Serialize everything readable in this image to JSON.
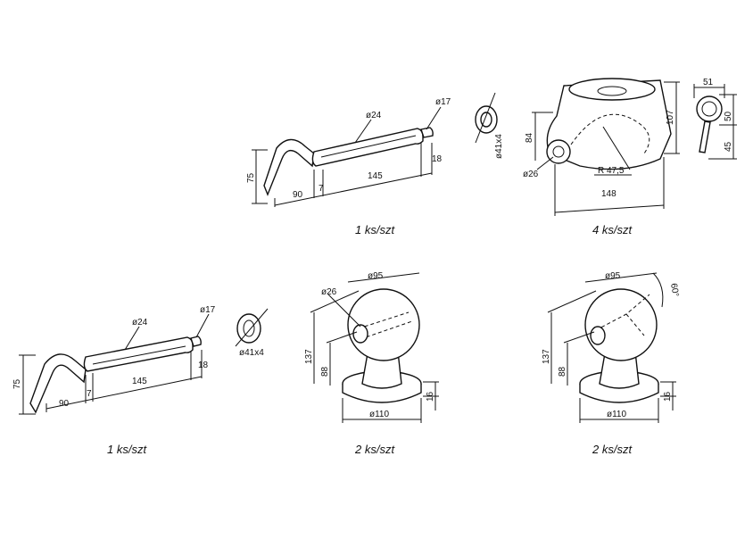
{
  "captions": {
    "top_shaft": "1 ks/szt",
    "top_mount": "4 ks/szt",
    "bottom_shaft": "1 ks/szt",
    "bottom_ball_a": "2 ks/szt",
    "bottom_ball_b": "2 ks/szt"
  },
  "top_shaft": {
    "d_shaft": "ø24",
    "d_end": "ø17",
    "h": "75",
    "len_handle": "90",
    "gap": "7",
    "len_shaft": "145",
    "len_end": "18"
  },
  "top_washer": {
    "label": "ø41x4"
  },
  "mount": {
    "h_side": "84",
    "h_total": "107",
    "d_hole": "ø26",
    "radius": "R 47,5",
    "width": "148"
  },
  "ring_pin": {
    "w": "51",
    "ring": "50",
    "pin": "45"
  },
  "bottom_shaft": {
    "d_shaft": "ø24",
    "d_end": "ø17",
    "h": "75",
    "len_handle": "90",
    "gap": "7",
    "len_shaft": "145",
    "len_end": "18"
  },
  "bottom_washer": {
    "label": "ø41x4"
  },
  "ball_a": {
    "d_hole": "ø26",
    "d_ball": "ø95",
    "h_total": "137",
    "h_center": "88",
    "d_base": "ø110",
    "base_t": "16"
  },
  "ball_b": {
    "d_ball": "ø95",
    "angle": "60°",
    "h_total": "137",
    "h_center": "88",
    "d_base": "ø110",
    "base_t": "16"
  }
}
